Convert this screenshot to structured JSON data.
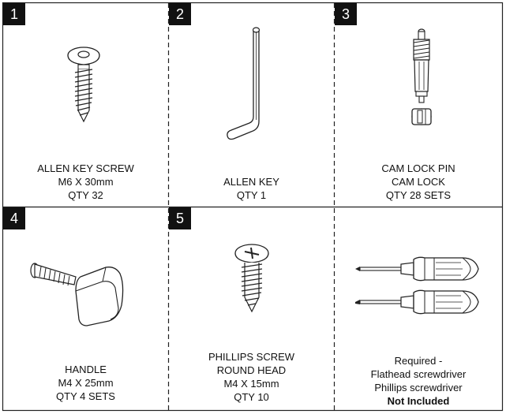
{
  "parts": [
    {
      "number": "1",
      "icon": "allen-key-screw-icon",
      "lines": [
        "ALLEN KEY SCREW",
        "M6 X 30mm",
        "QTY 32"
      ]
    },
    {
      "number": "2",
      "icon": "allen-key-icon",
      "lines": [
        "ALLEN KEY",
        "QTY 1"
      ]
    },
    {
      "number": "3",
      "icon": "cam-lock-pin-icon",
      "lines": [
        "CAM LOCK PIN",
        "CAM LOCK",
        "QTY 28 SETS"
      ]
    },
    {
      "number": "4",
      "icon": "handle-icon",
      "lines": [
        "HANDLE",
        "M4 X 25mm",
        "QTY 4 SETS"
      ]
    },
    {
      "number": "5",
      "icon": "phillips-screw-icon",
      "lines": [
        "PHILLIPS SCREW",
        "ROUND HEAD",
        "M4 X 15mm",
        "QTY 10"
      ]
    }
  ],
  "tools": {
    "icon": "screwdrivers-icon",
    "line1": "Required -",
    "line2": "Flathead screwdriver",
    "line3": "Phillips screwdriver",
    "line4": "Not Included"
  }
}
